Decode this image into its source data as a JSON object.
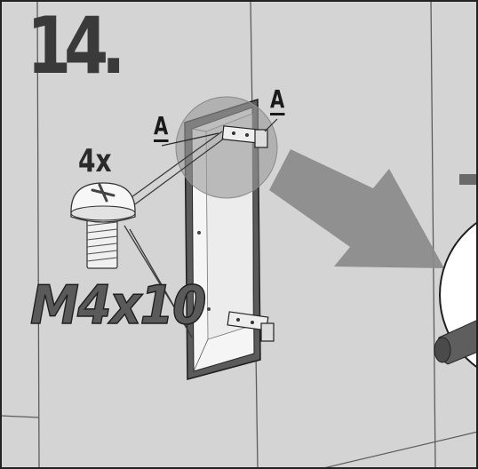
{
  "step": {
    "number": "14."
  },
  "hardware": {
    "quantity": "4x",
    "screw_size": "M4x10"
  },
  "callouts": {
    "left": "A",
    "right": "A"
  },
  "colors": {
    "wall": "#d4d4d4",
    "cabinet_frame": "#5b5b5b",
    "arrow": "#8a8a8a",
    "zoom_disc": "#9a9a9a",
    "ink": "#1a1a1a"
  }
}
